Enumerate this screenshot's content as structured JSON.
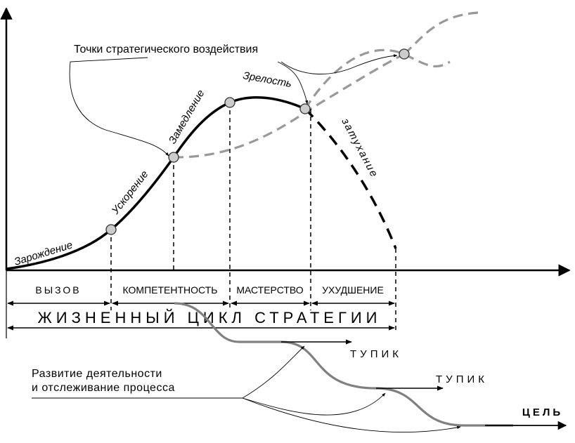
{
  "header": {
    "strategic_points_label": "Точки стратегического воздействия"
  },
  "curve_labels": {
    "birth": "Зарождение",
    "acceleration": "Ускорение",
    "slowdown": "Замедление",
    "maturity": "Зрелость",
    "decay": "затухание"
  },
  "phases": [
    "ВЫЗОВ",
    "КОМПЕТЕНТНОСТЬ",
    "МАСТЕРСТВО",
    "УХУДШЕНИЕ"
  ],
  "lifecycle_label": "ЖИЗНЕННЫЙ ЦИКЛ СТРАТЕГИИ",
  "development": {
    "line1": "Развитие деятельности",
    "line2": "и отслеживание процесса"
  },
  "outcomes": {
    "deadend_1": "ТУПИК",
    "deadend_2": "ТУПИК",
    "goal": "ЦЕЛЬ"
  },
  "colors": {
    "main_curve": "#000000",
    "alt_curves": "#999999",
    "path_curve": "#808080",
    "node_fill": "#cccccc"
  }
}
